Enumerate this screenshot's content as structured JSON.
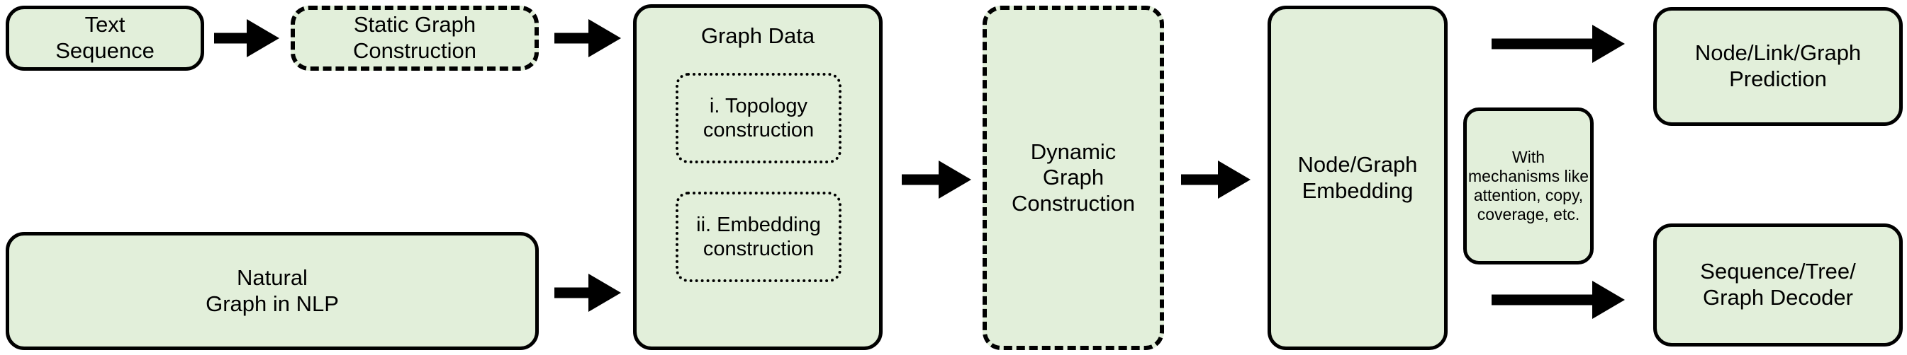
{
  "diagram": {
    "title": "Graph Neural Network pipeline for NLP",
    "fill_color": "#E2EFDA",
    "stroke_color": "#000000",
    "background_color": "#FFFFFF",
    "nodes": [
      {
        "id": "text-sequence",
        "label": "Text\nSequence",
        "border": "solid"
      },
      {
        "id": "static-graph-construction",
        "label": "Static Graph\nConstruction",
        "border": "dashed"
      },
      {
        "id": "graph-data",
        "label": "Graph Data",
        "border": "solid"
      },
      {
        "id": "topology-construction",
        "label": "i. Topology\nconstruction",
        "border": "dotted"
      },
      {
        "id": "embedding-construction",
        "label": "ii. Embedding\nconstruction",
        "border": "dotted"
      },
      {
        "id": "dynamic-graph-construction",
        "label": "Dynamic\nGraph\nConstruction",
        "border": "dashed"
      },
      {
        "id": "node-graph-embedding",
        "label": "Node/Graph\nEmbedding",
        "border": "solid"
      },
      {
        "id": "mechanisms",
        "label": "With\nmechanisms like\nattention, copy,\ncoverage, etc.",
        "border": "solid"
      },
      {
        "id": "prediction",
        "label": "Node/Link/Graph\nPrediction",
        "border": "solid"
      },
      {
        "id": "decoder",
        "label": "Sequence/Tree/\nGraph Decoder",
        "border": "solid"
      },
      {
        "id": "natural-graph-nlp",
        "label": "Natural\nGraph in NLP",
        "border": "solid"
      }
    ],
    "edges": [
      {
        "id": "edge-text-to-static",
        "from": "text-sequence",
        "to": "static-graph-construction"
      },
      {
        "id": "edge-static-to-graphdata",
        "from": "static-graph-construction",
        "to": "graph-data"
      },
      {
        "id": "edge-natural-to-graphdata",
        "from": "natural-graph-nlp",
        "to": "graph-data"
      },
      {
        "id": "edge-graphdata-to-dynamic",
        "from": "graph-data",
        "to": "dynamic-graph-construction"
      },
      {
        "id": "edge-dynamic-to-embedding",
        "from": "dynamic-graph-construction",
        "to": "node-graph-embedding"
      },
      {
        "id": "edge-embedding-to-prediction",
        "from": "node-graph-embedding",
        "to": "prediction"
      },
      {
        "id": "edge-embedding-to-decoder",
        "from": "node-graph-embedding",
        "to": "decoder"
      }
    ]
  }
}
